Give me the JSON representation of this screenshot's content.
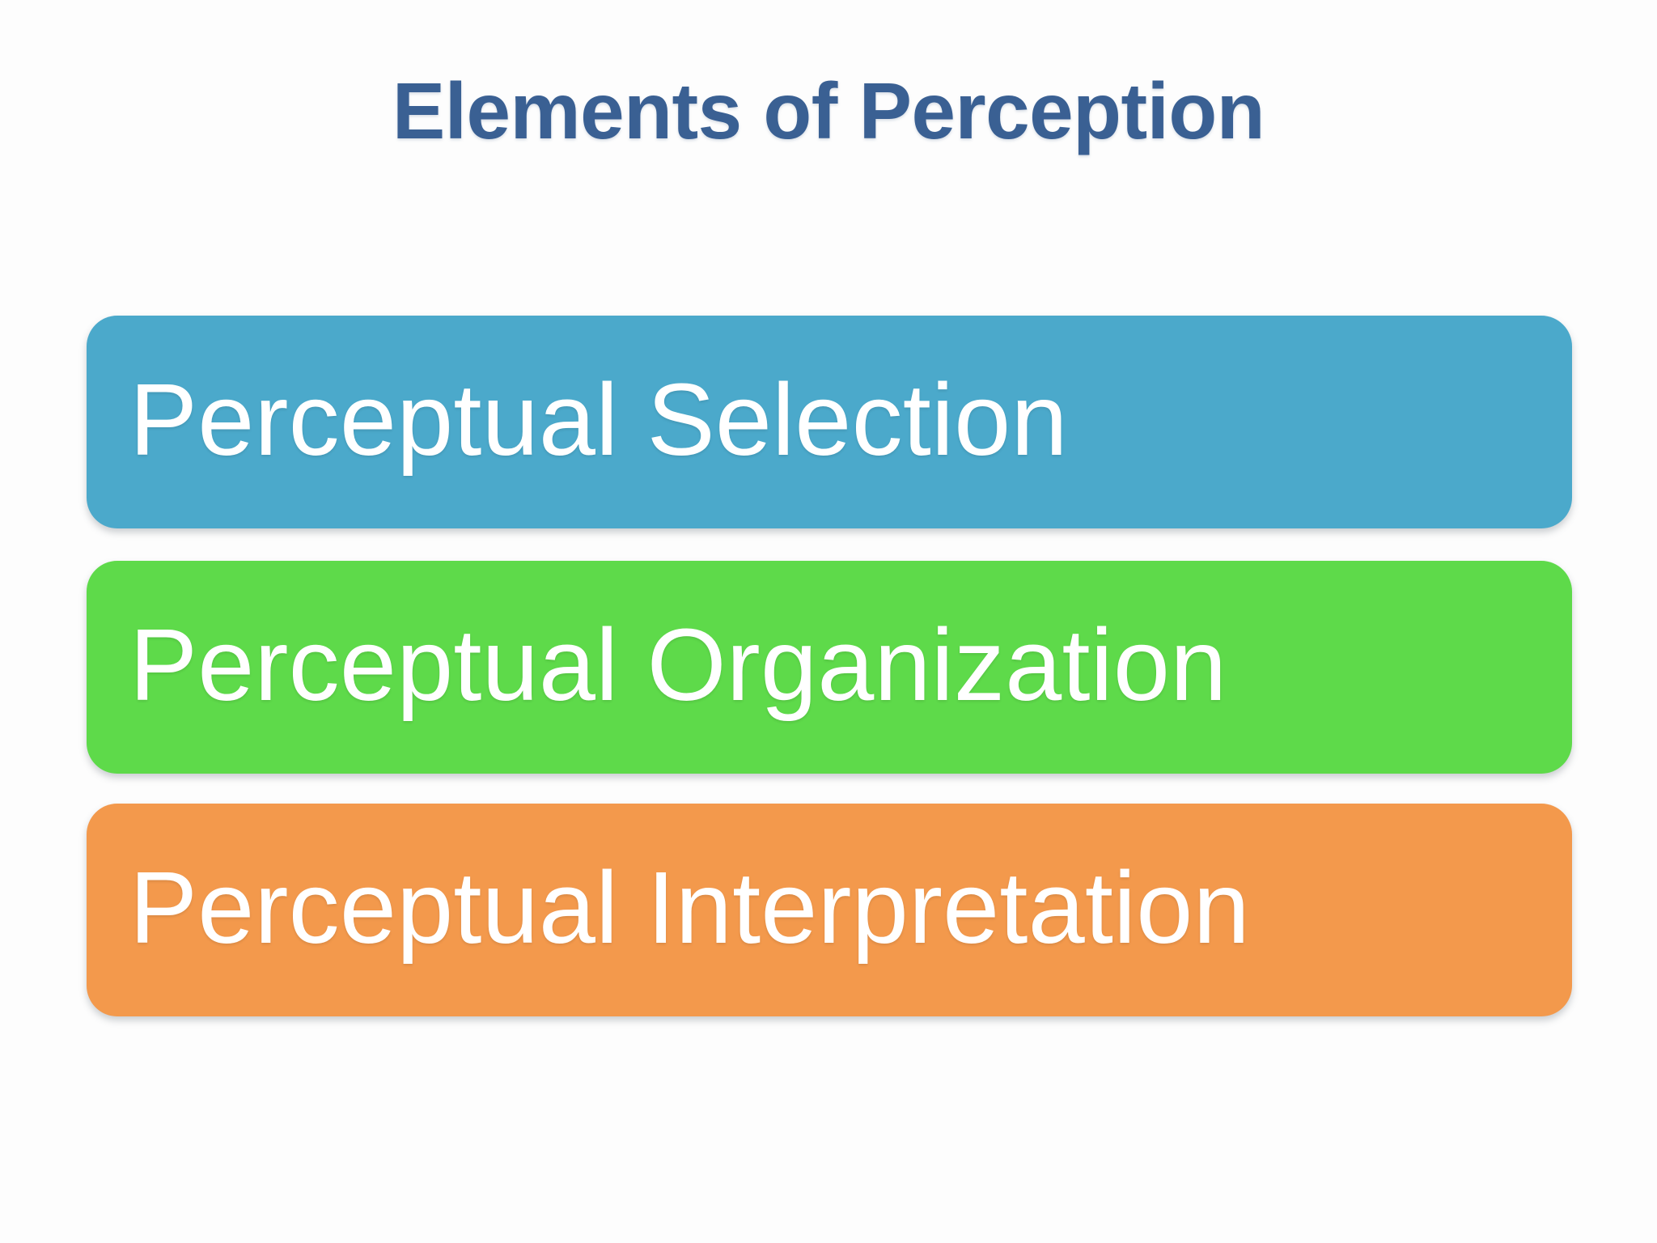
{
  "slide": {
    "title": "Elements of Perception",
    "background_color": "#fdfdfd",
    "title_color": "#3a6093"
  },
  "elements": [
    {
      "label": "Perceptual Selection",
      "color": "#4ba9cb",
      "text_color": "#ffffff"
    },
    {
      "label": "Perceptual Organization",
      "color": "#5eda4a",
      "text_color": "#ffffff"
    },
    {
      "label": "Perceptual Interpretation",
      "color": "#f3994c",
      "text_color": "#ffffff"
    }
  ]
}
